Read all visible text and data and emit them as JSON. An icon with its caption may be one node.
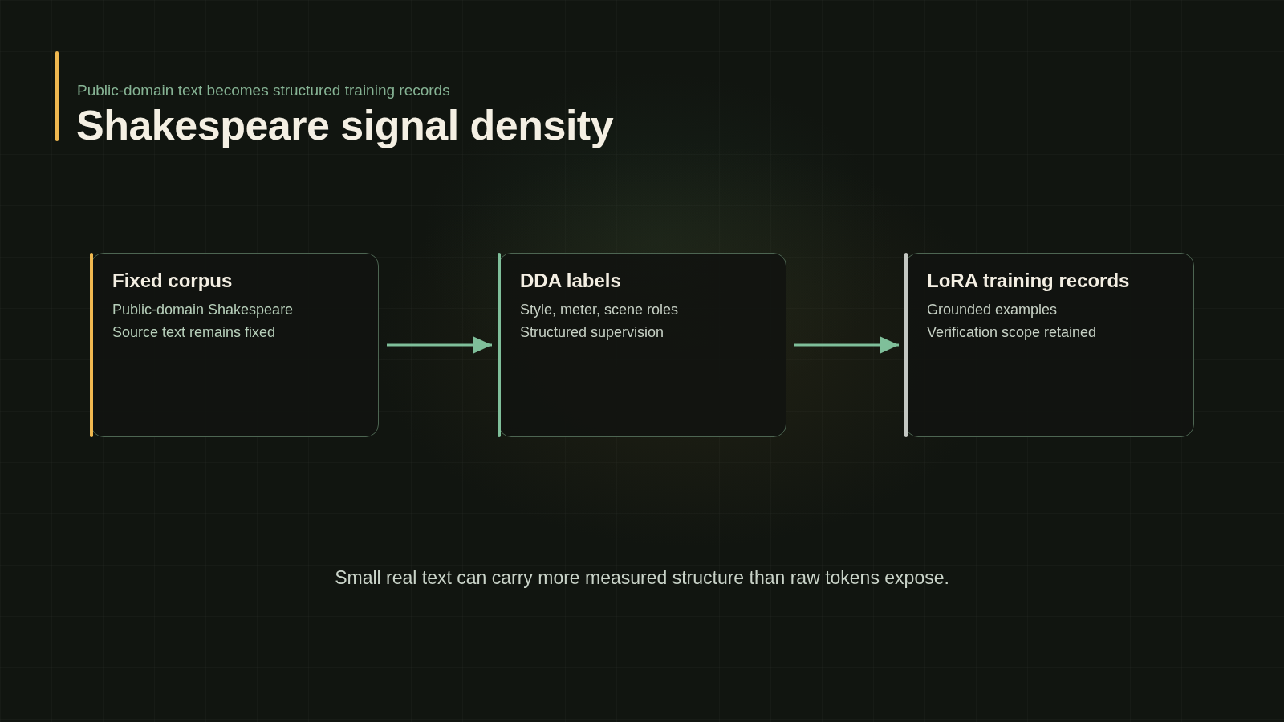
{
  "diagram": {
    "title": "Shakespeare signal density",
    "caption": "Small real text can carry more measured structure than raw tokens expose.",
    "nodes": [
      {
        "text": [
          "Fixed corpus",
          "Public-domain Shakespeare",
          "Source text remains fixed"
        ]
      },
      {
        "text": [
          "DDA labels",
          "Style, meter, scene roles",
          "Structured supervision"
        ]
      },
      {
        "text": [
          "LoRA training records",
          "Grounded examples",
          "Verification scope retained"
        ]
      }
    ],
    "edges": [
      {
        "from": 0,
        "to": 1,
        "arrow": "to"
      },
      {
        "from": 1,
        "to": 2,
        "arrow": "to"
      }
    ],
    "labels": [
      "Public-domain text becomes structured training records"
    ]
  }
}
